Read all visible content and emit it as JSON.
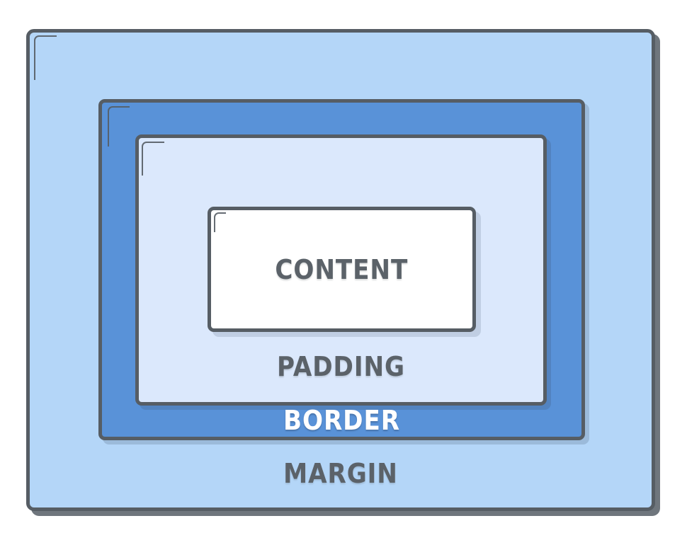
{
  "colors": {
    "margin_fill": "#b4d6f8",
    "border_fill": "#5992d8",
    "padding_fill": "#dbe8fc",
    "content_fill": "#ffffff",
    "stroke": "#565d64",
    "label_dark": "#5b6269",
    "label_light": "#ffffff"
  },
  "boxes": {
    "margin": {
      "label": "MARGIN"
    },
    "border": {
      "label": "BORDER"
    },
    "padding": {
      "label": "PADDING"
    },
    "content": {
      "label": "CONTENT"
    }
  }
}
